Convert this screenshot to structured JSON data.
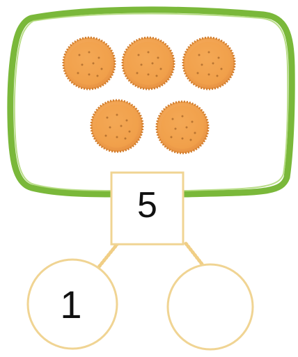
{
  "whole_box": {
    "value": "5"
  },
  "part_left": {
    "value": "1"
  },
  "part_right": {
    "value": ""
  },
  "cookies": {
    "count": 5
  },
  "colors": {
    "frame_green": "#7ab83a",
    "frame_green_light": "#a7d46a",
    "box_border": "#f0d493",
    "connector": "#f0ce85",
    "cookie_fill": "#f2a14b",
    "cookie_edge": "#d17d2d"
  }
}
